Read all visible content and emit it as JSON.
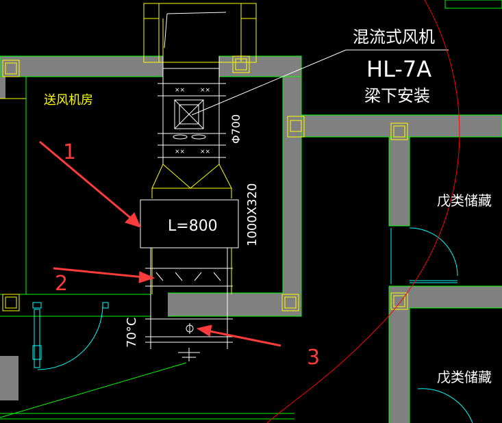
{
  "drawing": {
    "room_label": "送风机房",
    "fan_label_line1": "混流式风机",
    "fan_label_line2": "HL-7A",
    "fan_label_line3": "梁下安装",
    "fan_diameter": "Φ700",
    "duct_size": "1000X320",
    "box_length": "L=800",
    "angle_label": "70°C",
    "flow_symbol": "Φ",
    "storage_room_1": "戊类储藏",
    "storage_room_2": "戊类储藏",
    "annotation_1": "1",
    "annotation_2": "2",
    "annotation_3": "3"
  },
  "colors": {
    "background": "#000000",
    "wall": "#808080",
    "wall_outline": "#00ff00",
    "column": "#ffff00",
    "duct_line": "#ffffff",
    "door_arc": "#00ffff",
    "red_arc": "#ff0000",
    "arrow": "#ff3b3b"
  }
}
